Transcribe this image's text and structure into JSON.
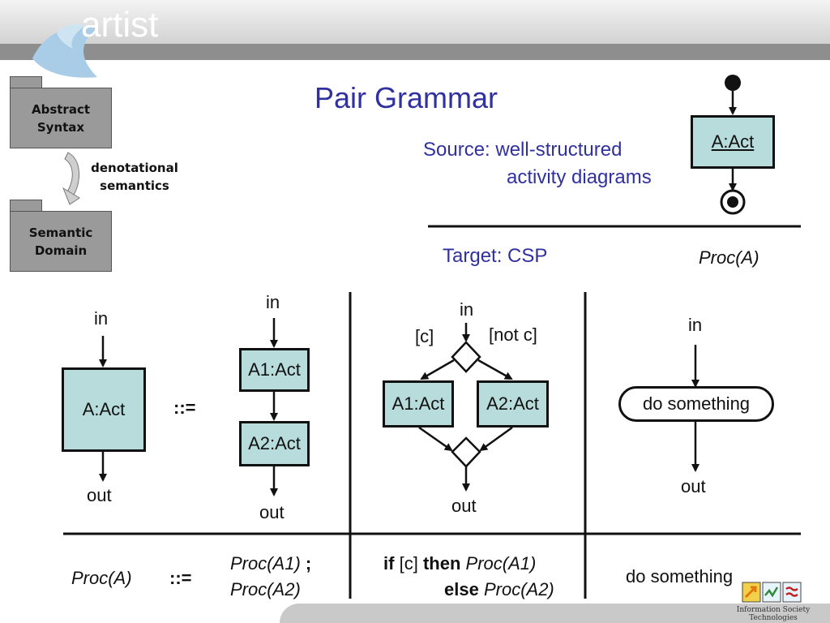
{
  "logo": {
    "text": "artist",
    "footer_logo_text": "Information Society Technologies",
    "colors": {
      "swirl": "#a9cde6",
      "title": "#3030a0",
      "box_fill": "#b8dcdc"
    }
  },
  "semantics_diagram": {
    "abstract_syntax": "Abstract Syntax",
    "semantic_domain": "Semantic Domain",
    "arrow_label": "denotational semantics"
  },
  "header": {
    "title": "Pair Grammar",
    "source": "Source: well-structured",
    "source_cont": "activity diagrams",
    "target": "Target: CSP"
  },
  "example": {
    "activity": "A:Act",
    "proc": "Proc(A)"
  },
  "rule_lhs": {
    "in": "in",
    "activity": "A:Act",
    "out": "out",
    "define": "::="
  },
  "seq_rule": {
    "in": "in",
    "a1": "A1:Act",
    "a2": "A2:Act",
    "out": "out"
  },
  "choice_rule": {
    "in": "in",
    "guard_c": "[c]",
    "guard_not_c": "[not c]",
    "a1": "A1:Act",
    "a2": "A2:Act",
    "out": "out"
  },
  "action_rule": {
    "in": "in",
    "action": "do something",
    "out": "out"
  },
  "csp_row": {
    "lhs": "Proc(A)",
    "define": "::=",
    "seq_line1": "Proc(A1)",
    "seq_sep": ";",
    "seq_line2": "Proc(A2)",
    "if_kw": "if",
    "cond": "[c]",
    "then_kw": "then",
    "then_proc": "Proc(A1)",
    "else_kw": "else",
    "else_proc": "Proc(A2)",
    "action": "do something"
  }
}
